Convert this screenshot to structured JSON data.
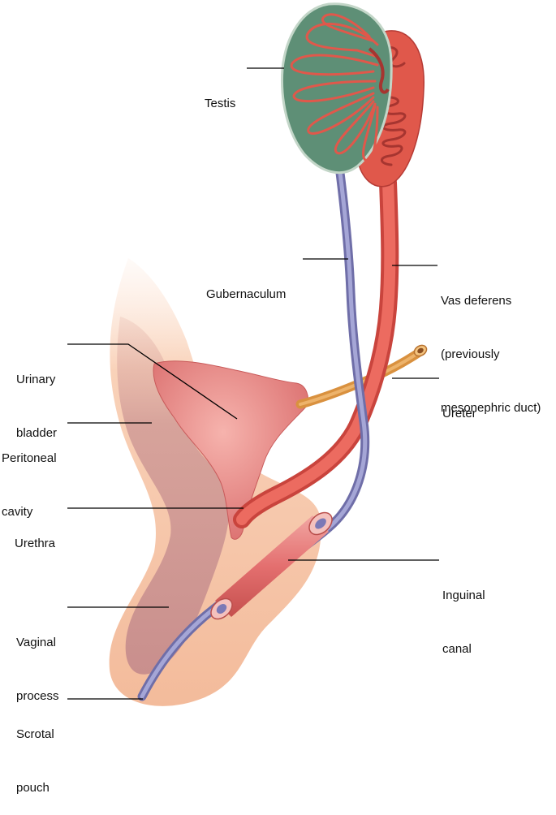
{
  "colors": {
    "testis_fill": "#5e8f76",
    "testis_outline": "#c3d6c8",
    "duct_red": "#e0584b",
    "duct_dark": "#b53b35",
    "gubernaculum": "#8c8ec2",
    "ureter": "#d9913f",
    "bladder": "#e88686",
    "peritoneum_outer": "#f6c7ab",
    "peritoneum_inner": "#d39a92",
    "vaginal_process": "#c48f92"
  },
  "labels": {
    "testis": [
      "Testis"
    ],
    "gubernaculum": [
      "Gubernaculum"
    ],
    "vas_deferens": [
      "Vas deferens",
      "(previously",
      "mesonephric duct)"
    ],
    "urinary_bladder": [
      "Urinary",
      "bladder"
    ],
    "ureter": [
      "Ureter"
    ],
    "peritoneal_cavity": [
      "Peritoneal",
      "cavity"
    ],
    "urethra": [
      "Urethra"
    ],
    "inguinal_canal": [
      "Inguinal",
      "canal"
    ],
    "vaginal_process": [
      "Vaginal",
      "process"
    ],
    "scrotal_pouch": [
      "Scrotal",
      "pouch"
    ]
  }
}
